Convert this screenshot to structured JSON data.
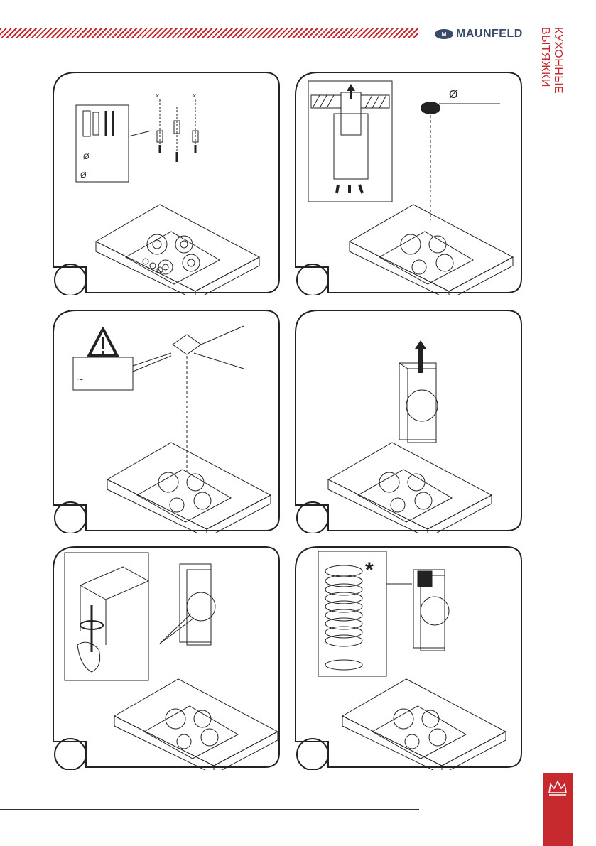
{
  "header": {
    "brand": "MAUNFELD",
    "logo_mark": "M",
    "side_title": "КУХОННЫЕ ВЫТЯЖКИ"
  },
  "panels": [
    {
      "id": "step-1",
      "inset_symbols": [
        "Ø",
        "Ø"
      ]
    },
    {
      "id": "step-2",
      "diameter_symbol": "Ø"
    },
    {
      "id": "step-3",
      "tilde": "~"
    },
    {
      "id": "step-4"
    },
    {
      "id": "step-5"
    },
    {
      "id": "step-6",
      "asterisk": "*"
    }
  ],
  "icons": {
    "warning": "warning-triangle-icon",
    "crown": "crown-icon"
  },
  "colors": {
    "accent": "#c62a2f",
    "brand": "#3a4a6b",
    "line": "#222222"
  }
}
